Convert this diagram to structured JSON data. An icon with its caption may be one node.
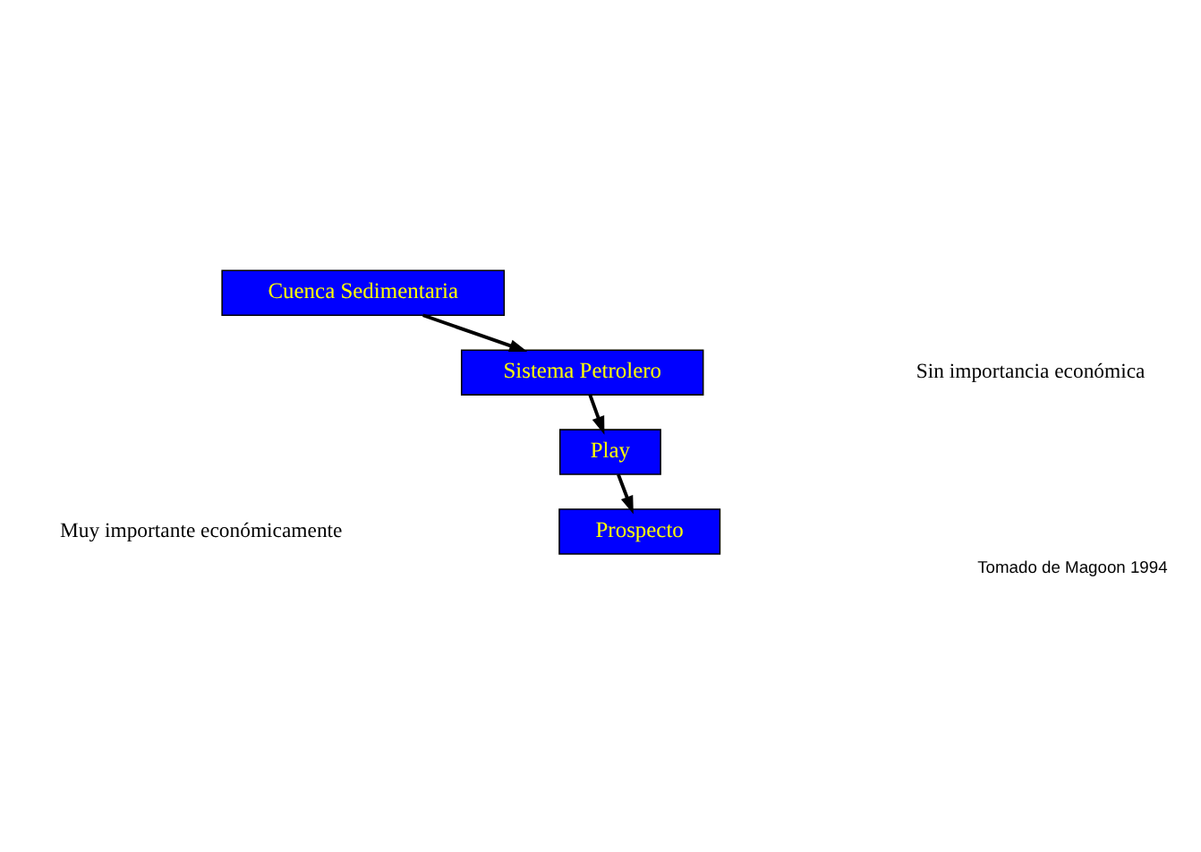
{
  "diagram": {
    "caption": "Tomado de Magoon 1994",
    "nodes": [
      {
        "text": [
          "Cuenca Sedimentaria"
        ]
      },
      {
        "text": [
          "Sistema Petrolero"
        ]
      },
      {
        "text": [
          "Play"
        ]
      },
      {
        "text": [
          "Prospecto"
        ]
      }
    ],
    "edges": [
      {
        "from": 0,
        "to": 1,
        "arrow": "to"
      },
      {
        "from": 1,
        "to": 2,
        "arrow": "to"
      },
      {
        "from": 2,
        "to": 3,
        "arrow": "to"
      }
    ],
    "labels": [
      "Sin importancia económica",
      "Muy importante económicamente"
    ]
  }
}
